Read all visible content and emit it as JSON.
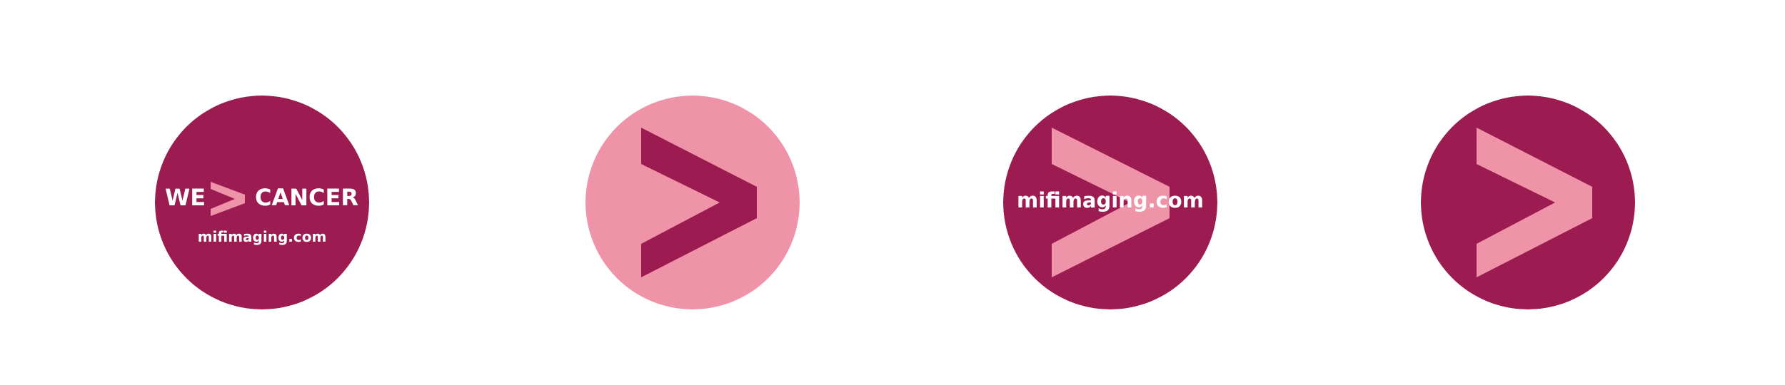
{
  "colors": {
    "magenta": "#9c1b51",
    "pink": "#ef94a8",
    "white": "#ffffff",
    "background": "#ffffff"
  },
  "badges": [
    {
      "name": "we-greater-than-cancer-badge",
      "background": "#9c1b51",
      "slogan_left": "WE",
      "slogan_symbol": "greater-than-icon",
      "slogan_right": "CANCER",
      "url": "mifimaging.com"
    },
    {
      "name": "pink-chevron-badge",
      "background": "#ef94a8",
      "symbol": "greater-than-icon",
      "symbol_color": "#9c1b51"
    },
    {
      "name": "chevron-url-badge",
      "background": "#9c1b51",
      "symbol": "greater-than-icon",
      "symbol_color": "#ef94a8",
      "url": "mifimaging.com"
    },
    {
      "name": "magenta-chevron-badge",
      "background": "#9c1b51",
      "symbol": "greater-than-icon",
      "symbol_color": "#ef94a8"
    }
  ]
}
